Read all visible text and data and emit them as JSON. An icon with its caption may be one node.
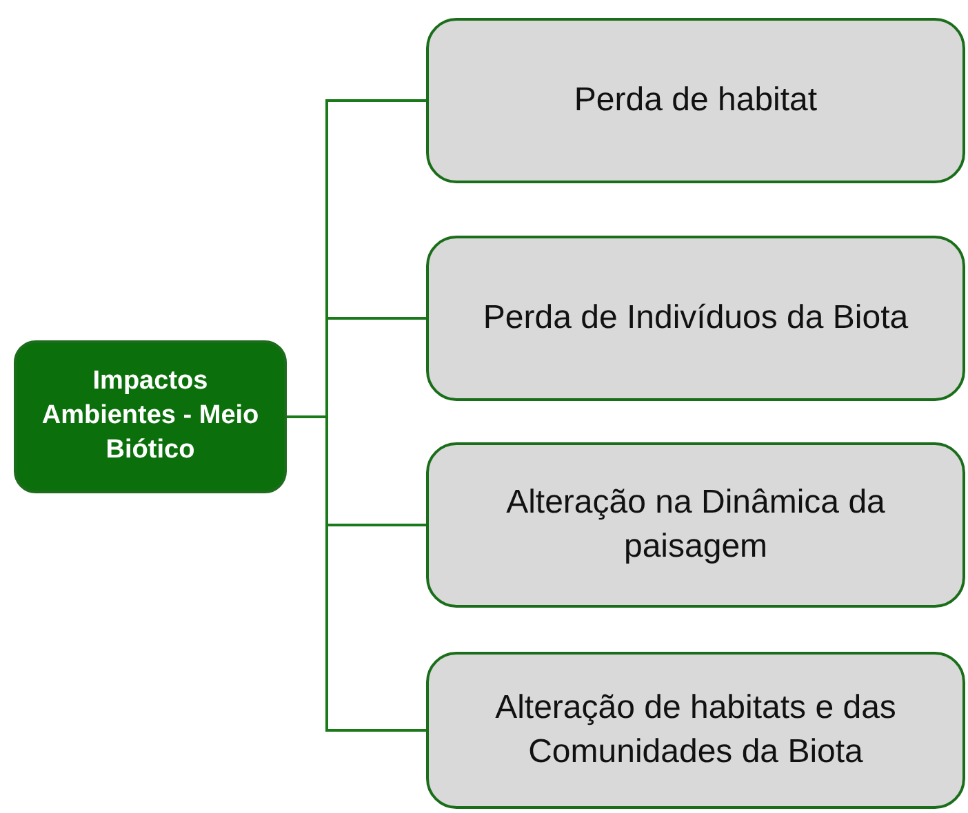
{
  "diagram": {
    "nodes": [
      {
        "text": [
          "Impactos Ambientes - Meio Biótico"
        ]
      },
      {
        "text": [
          "Perda de habitat"
        ]
      },
      {
        "text": [
          "Perda de Indivíduos da Biota"
        ]
      },
      {
        "text": [
          "Alteração na Dinâmica da paisagem"
        ]
      },
      {
        "text": [
          "Alteração de habitats e das Comunidades da Biota"
        ]
      }
    ],
    "edges": [
      {
        "from": 0,
        "to": 1,
        "arrow": "none"
      },
      {
        "from": 0,
        "to": 2,
        "arrow": "none"
      },
      {
        "from": 0,
        "to": 3,
        "arrow": "none"
      },
      {
        "from": 0,
        "to": 4,
        "arrow": "none"
      }
    ]
  }
}
